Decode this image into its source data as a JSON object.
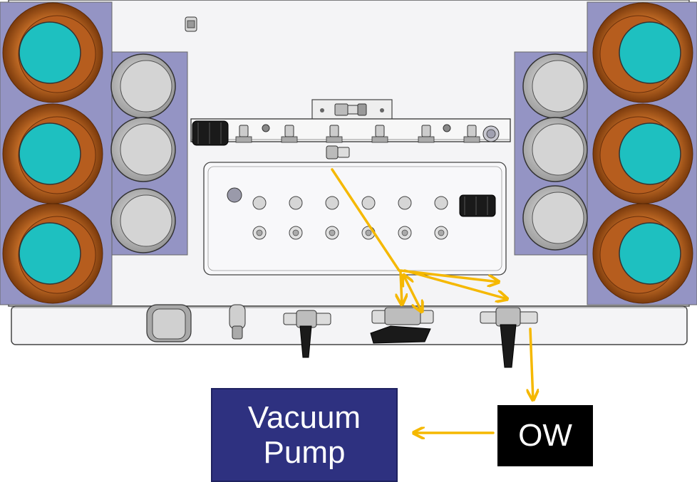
{
  "labels": {
    "vacuum_pump": [
      "Vacuum",
      "Pump"
    ],
    "ow": "OW"
  },
  "colors": {
    "flow_arrow": "#f5b800",
    "vacuum_pump_fill": "#2e3180",
    "ow_fill": "#000000",
    "canister_outer": "#b85c1a",
    "canister_inner": "#1ec0c0",
    "panel_blue": "#9494c4",
    "chassis": "#f4f4f6",
    "filter_gray": "#c8c8c8"
  },
  "components": {
    "large_canisters": 6,
    "filter_cans": 6,
    "manifold_fittings": 6,
    "plate_ports_row1": 6,
    "plate_ports_row2": 6,
    "front_valves": 3
  }
}
